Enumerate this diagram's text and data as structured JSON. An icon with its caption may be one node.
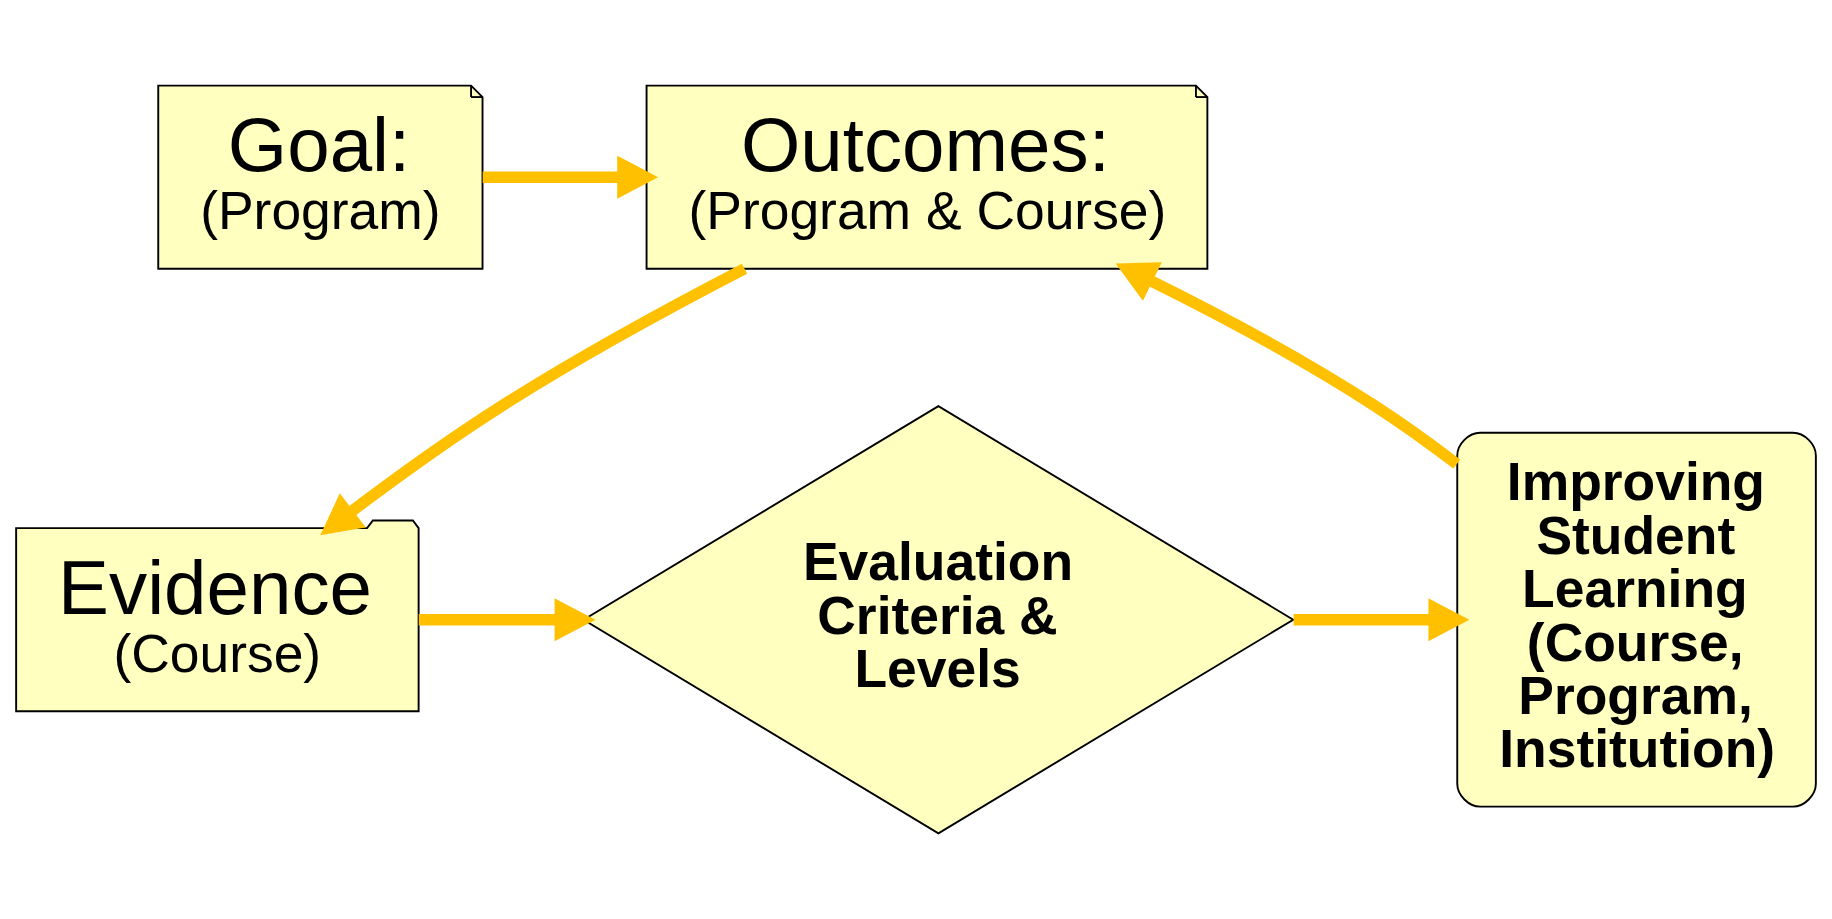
{
  "diagram": {
    "nodes": [
      {
        "text": [
          "Goal:",
          "(Program)"
        ]
      },
      {
        "text": [
          "Outcomes:",
          "(Program & Course)"
        ]
      },
      {
        "text": [
          "Evidence",
          "(Course)"
        ]
      },
      {
        "text": [
          "Evaluation Criteria & Levels"
        ]
      },
      {
        "text": [
          "Improving Student Learning",
          "(Course, Program, Institution)"
        ]
      }
    ],
    "edges": [
      {
        "from": 0,
        "to": 1,
        "arrow": "to"
      },
      {
        "from": 1,
        "to": 2,
        "arrow": "to"
      },
      {
        "from": 2,
        "to": 3,
        "arrow": "to"
      },
      {
        "from": 3,
        "to": 4,
        "arrow": "to"
      },
      {
        "from": 4,
        "to": 1,
        "arrow": "to"
      }
    ]
  }
}
